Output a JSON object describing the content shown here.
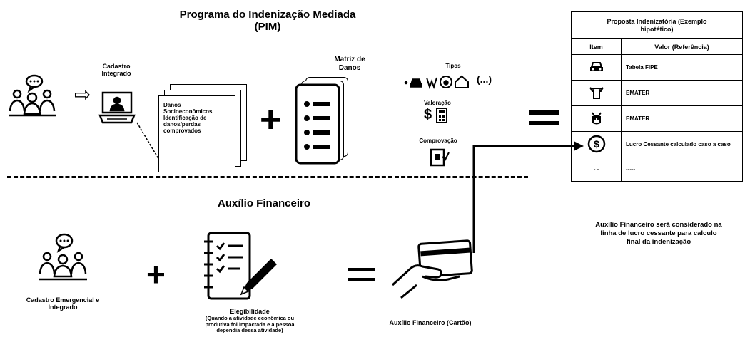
{
  "pim": {
    "title": "Programa do Indenização Mediada\n(PIM)",
    "cadastro_label": "Cadastro\nIntegrado",
    "doc_lines": [
      "Danos",
      "Socioeconômicos",
      "Identificação de",
      "danos/perdas",
      "comprovados"
    ],
    "matriz_label": "Matriz de\nDanos",
    "tipos_label": "Tipos",
    "tipos_more": "(...)",
    "valoracao_label": "Valoração",
    "comprovacao_label": "Comprovação"
  },
  "auxilio": {
    "title": "Auxílio Financeiro",
    "cadastro_label": "Cadastro Emergencial e\nIntegrado",
    "elegibilidade_title": "Elegibilidade",
    "elegibilidade_desc": "(Quando a atividade econômica ou\nprodutiva foi impactada e a pessoa\ndependia dessa atividade)",
    "cartao_label": "Auxílio Financeiro (Cartão)"
  },
  "table": {
    "title": "Proposta Indenizatória (Exemplo\nhipotético)",
    "col_item": "Item",
    "col_valor": "Valor (Referência)",
    "rows": [
      {
        "icon": "car-icon",
        "valor": "Tabela FIPE"
      },
      {
        "icon": "cow-icon",
        "valor": "EMATER"
      },
      {
        "icon": "goat-icon",
        "valor": "EMATER"
      },
      {
        "icon": "dollar-icon",
        "valor": "Lucro Cessante calculado caso a caso"
      },
      {
        "icon": "",
        "item": "- -",
        "valor": "-----"
      }
    ]
  },
  "note": "Auxílio Financeiro será considerado na\nlinha de lucro cessante para calculo\nfinal da indenização",
  "symbols": {
    "plus": "+",
    "equals": "=",
    "arrow": "⇨",
    "dollar": "$"
  }
}
